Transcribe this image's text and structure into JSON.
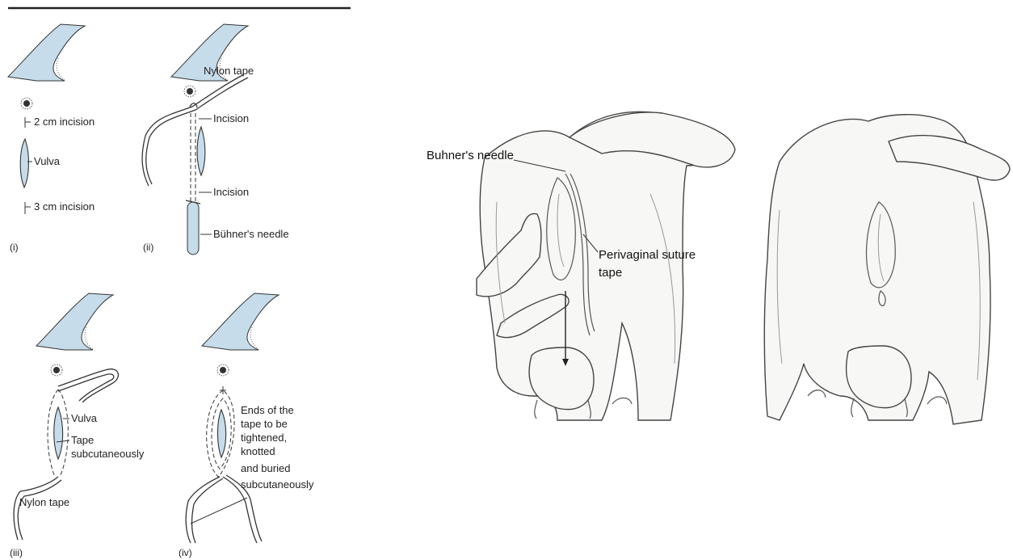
{
  "left_figure": {
    "panel_i": {
      "number": "(i)",
      "label_incision_top": "2 cm incision",
      "label_vulva": "Vulva",
      "label_incision_bottom": "3 cm incision"
    },
    "panel_ii": {
      "number": "(ii)",
      "label_nylon_tape": "Nylon tape",
      "label_incision_top": "Incision",
      "label_incision_bottom": "Incision",
      "label_needle": "Bühner's needle"
    },
    "panel_iii": {
      "number": "(iii)",
      "label_vulva": "Vulva",
      "label_tape_line1": "Tape",
      "label_tape_line2": "subcutaneously",
      "label_nylon_tape": "Nylon tape"
    },
    "panel_iv": {
      "number": "(iv)",
      "label_line1": "Ends of the",
      "label_line2": "tape to be",
      "label_line3": "tightened,",
      "label_line4": "knotted",
      "label_line5": "and buried",
      "label_line6": "subcutaneously"
    }
  },
  "right_figure": {
    "label_needle": "Buhner's needle",
    "label_tape_line1": "Perivaginal suture",
    "label_tape_line2": "tape"
  },
  "colors": {
    "tissue": "#c6dcea",
    "ink": "#333333"
  }
}
